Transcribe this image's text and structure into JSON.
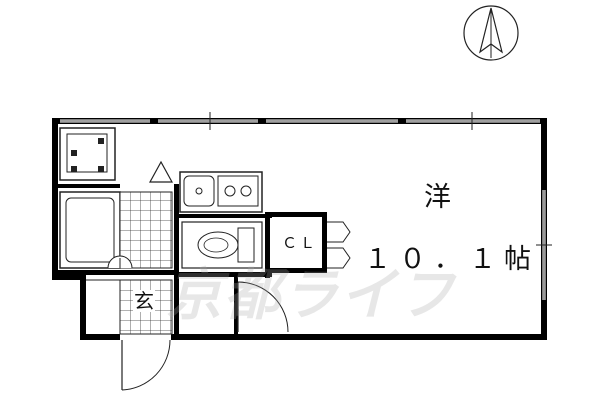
{
  "floorplan": {
    "compass": {
      "north_icon": "north-arrow-icon"
    },
    "rooms": {
      "main_room_type": "洋",
      "main_room_size": "１０．１帖",
      "closet_label": "ＣＬ",
      "entrance_label": "玄"
    },
    "watermark": "京都ライフ",
    "icons": {
      "washer": "washing-machine-icon",
      "bath": "bathtub-icon",
      "toilet": "toilet-icon",
      "stove": "gas-stove-icon",
      "sink": "sink-icon"
    },
    "colors": {
      "wall": "#000000",
      "line": "#222222",
      "background": "#ffffff"
    }
  }
}
